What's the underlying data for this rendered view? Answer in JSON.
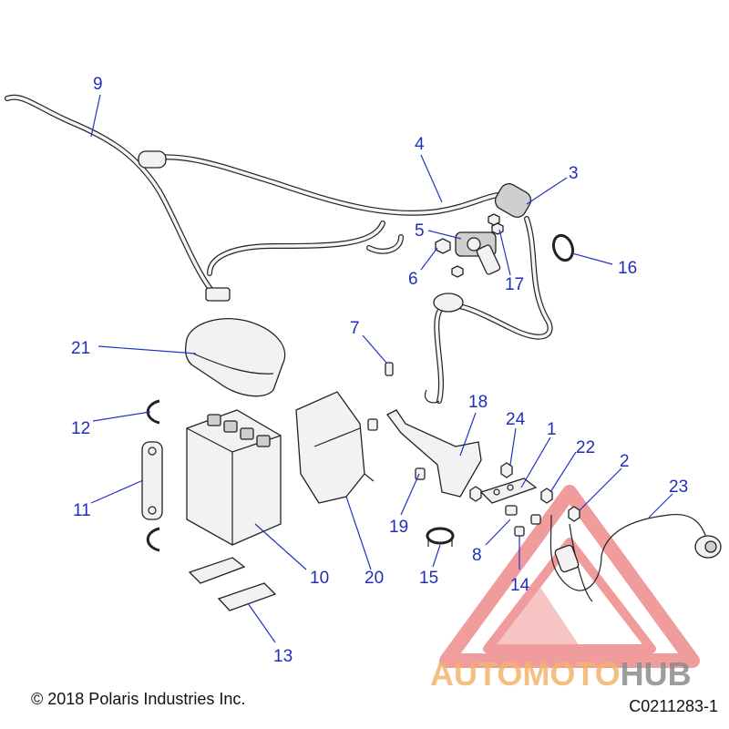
{
  "diagram": {
    "callouts": [
      {
        "id": "c9",
        "label": "9"
      },
      {
        "id": "c4",
        "label": "4"
      },
      {
        "id": "c3",
        "label": "3"
      },
      {
        "id": "c5",
        "label": "5"
      },
      {
        "id": "c6",
        "label": "6"
      },
      {
        "id": "c17",
        "label": "17"
      },
      {
        "id": "c16",
        "label": "16"
      },
      {
        "id": "c21",
        "label": "21"
      },
      {
        "id": "c7",
        "label": "7"
      },
      {
        "id": "c18",
        "label": "18"
      },
      {
        "id": "c24",
        "label": "24"
      },
      {
        "id": "c1",
        "label": "1"
      },
      {
        "id": "c22",
        "label": "22"
      },
      {
        "id": "c2",
        "label": "2"
      },
      {
        "id": "c23",
        "label": "23"
      },
      {
        "id": "c12",
        "label": "12"
      },
      {
        "id": "c11",
        "label": "11"
      },
      {
        "id": "c10",
        "label": "10"
      },
      {
        "id": "c20",
        "label": "20"
      },
      {
        "id": "c19",
        "label": "19"
      },
      {
        "id": "c15",
        "label": "15"
      },
      {
        "id": "c8",
        "label": "8"
      },
      {
        "id": "c14",
        "label": "14"
      },
      {
        "id": "c13",
        "label": "13"
      }
    ],
    "copyright": "© 2018 Polaris Industries Inc.",
    "figure_id": "C0211283-1"
  },
  "watermark": {
    "word_part1": "AUTOMOTO",
    "word_part2": "HUB",
    "color_part1": "#f3b46c",
    "color_part2": "#8c8c8c",
    "logo_color": "#e64c4c"
  },
  "colors": {
    "callout_text": "#1f2fb8",
    "leader_line": "#2233c4"
  }
}
